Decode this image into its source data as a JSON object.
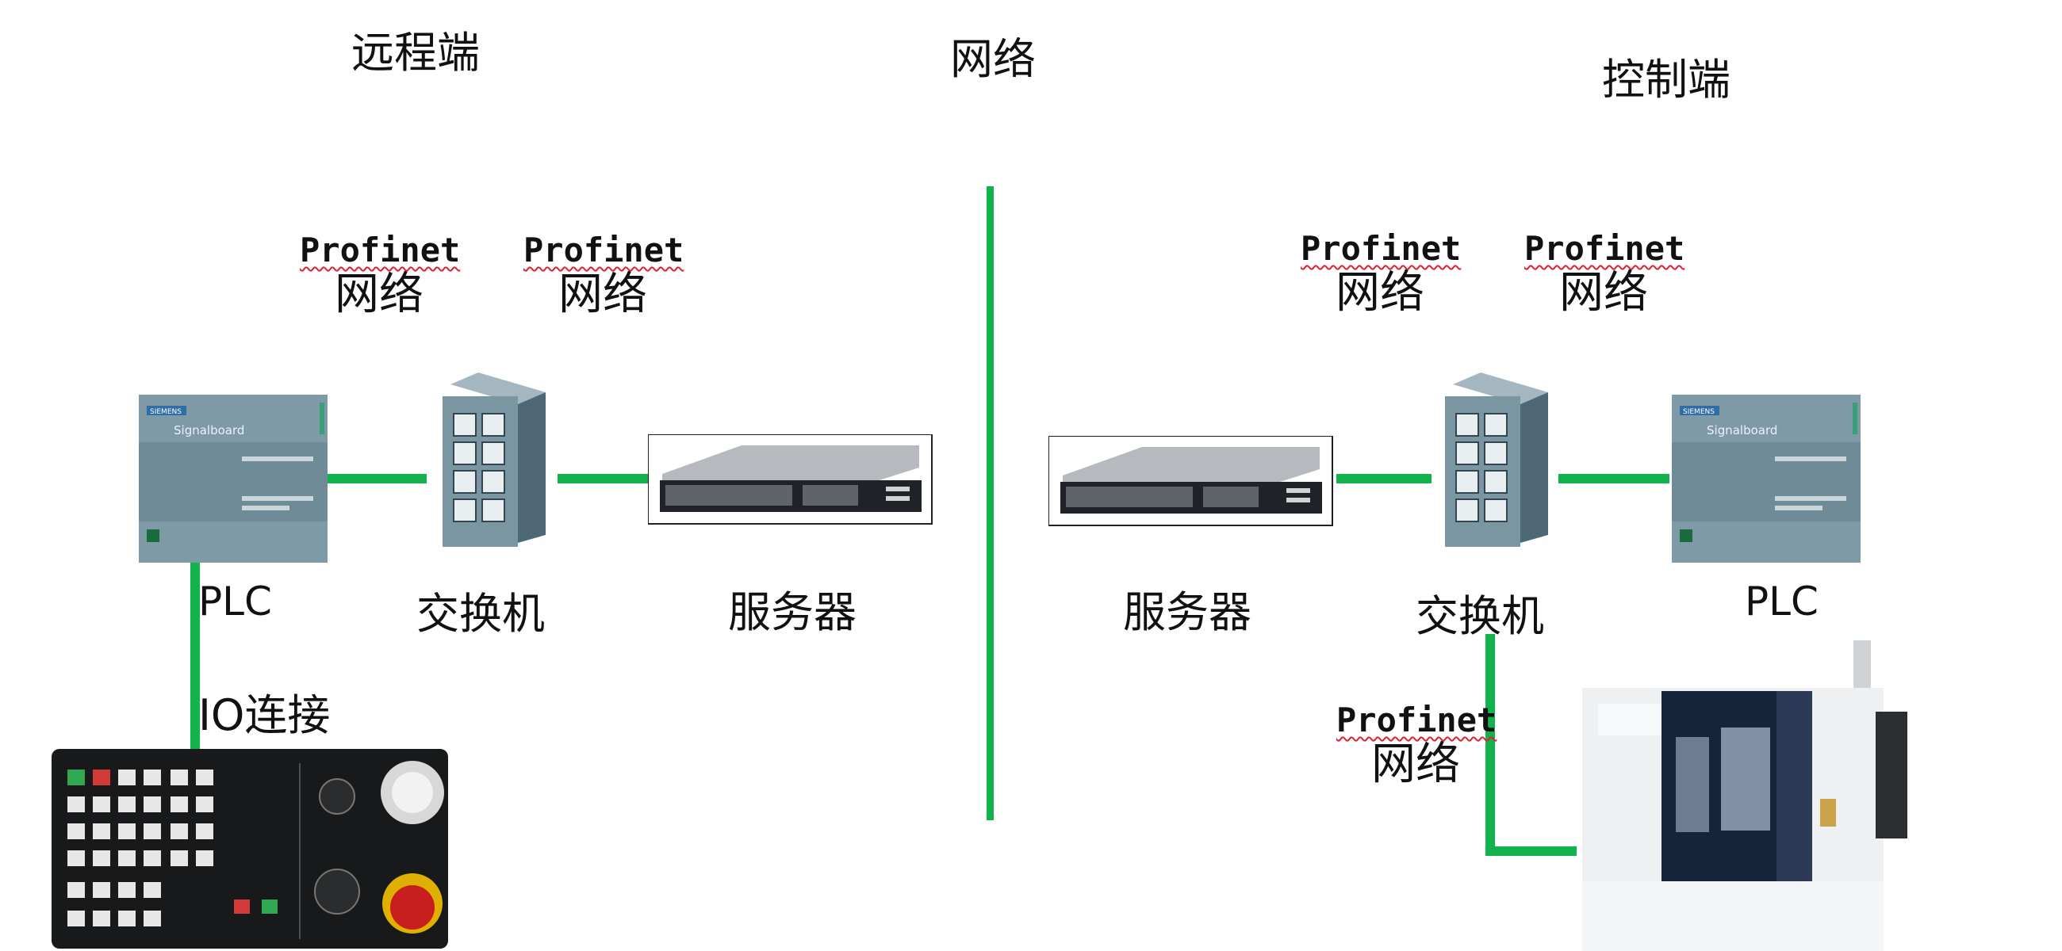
{
  "headers": {
    "remote": "远程端",
    "network": "网络",
    "control": "控制端"
  },
  "profinet_label": {
    "line1": "Profinet",
    "line2": "网络"
  },
  "labels": {
    "plc": "PLC",
    "switch": "交换机",
    "server": "服务器",
    "io_connection": "IO连接"
  },
  "plc_device_text": {
    "brand": "SIEMENS",
    "model": "Signalboard"
  },
  "colors": {
    "link": "#12b34d",
    "device_body": "#7f9aa7",
    "profinet_underline": "#dd2233"
  }
}
